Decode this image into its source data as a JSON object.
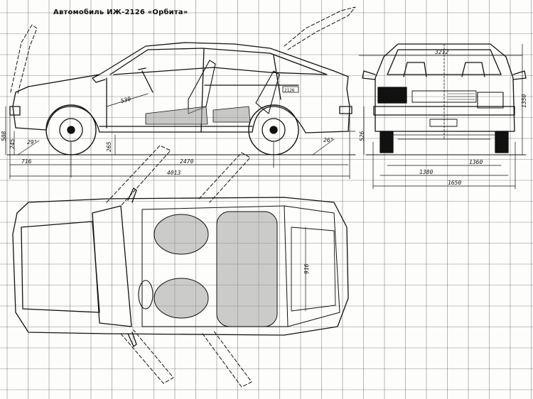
{
  "drawing": {
    "title": "Автомобиль ИЖ-2126 «Орбита»",
    "colors": {
      "ink": "#111111",
      "grid": "#2b2b2b",
      "paper": "#fdfdfb",
      "shade": "#9a9a9a"
    }
  },
  "side_view": {
    "overall_length": "4013",
    "wheelbase": "2470",
    "front_overhang": "716",
    "height": "508",
    "ground_clearance": "245",
    "min_clearance": "265",
    "front_angle": "29°",
    "rear_angle": "26°",
    "seat_distance": "530",
    "badge": "2126"
  },
  "front_view": {
    "roof_width": "3212",
    "track": "1360",
    "overall_width": "1650",
    "height_mark": "1380",
    "wheel_height": "526",
    "side_height": "1350"
  },
  "top_view": {
    "cargo_length": "916"
  }
}
